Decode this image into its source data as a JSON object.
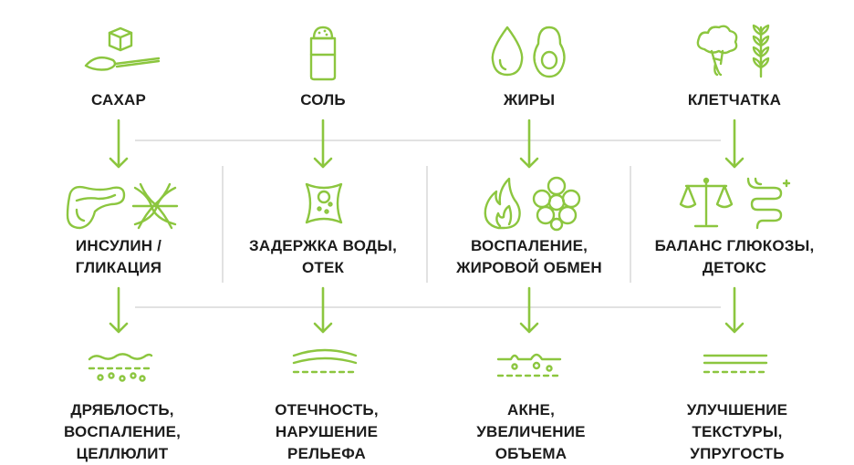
{
  "colors": {
    "accent": "#8cc63f",
    "line": "#d8d8d8",
    "text": "#1c1c1c"
  },
  "columns": [
    {
      "input": {
        "label": "САХАР",
        "icons": [
          "sugar-cube-spoon-icon"
        ]
      },
      "effect": {
        "label": "ИНСУЛИН /\nГЛИКАЦИЯ",
        "icons": [
          "pancreas-icon",
          "collagen-fibers-icon"
        ]
      },
      "result": {
        "label": "ДРЯБЛОСТЬ,\nВОСПАЛЕНИЕ,\nЦЕЛЛЮЛИТ",
        "icon": "skin-layer-icon"
      }
    },
    {
      "input": {
        "label": "СОЛЬ",
        "icons": [
          "salt-shaker-icon"
        ]
      },
      "effect": {
        "label": "ЗАДЕРЖКА ВОДЫ,\nОТЕК",
        "icons": [
          "swollen-cushion-icon"
        ]
      },
      "result": {
        "label": "ОТЕЧНОСТЬ,\nНАРУШЕНИЕ\nРЕЛЬЕФА",
        "icon": "skin-swelling-icon"
      }
    },
    {
      "input": {
        "label": "ЖИРЫ",
        "icons": [
          "oil-drop-icon",
          "avocado-icon"
        ]
      },
      "effect": {
        "label": "ВОСПАЛЕНИЕ,\nЖИРОВОЙ ОБМЕН",
        "icons": [
          "flame-icon",
          "fat-cells-icon"
        ]
      },
      "result": {
        "label": "АКНЕ,\nУВЕЛИЧЕНИЕ\nОБЪЕМА",
        "icon": "skin-bumps-icon"
      }
    },
    {
      "input": {
        "label": "КЛЕТЧАТКА",
        "icons": [
          "broccoli-icon",
          "wheat-icon"
        ]
      },
      "effect": {
        "label": "БАЛАНС ГЛЮКОЗЫ,\nДЕТОКС",
        "icons": [
          "scales-icon",
          "intestine-icon"
        ]
      },
      "result": {
        "label": "УЛУЧШЕНИЕ\nТЕКСТУРЫ,\nУПРУГОСТЬ",
        "icon": "skin-smooth-icon"
      }
    }
  ]
}
